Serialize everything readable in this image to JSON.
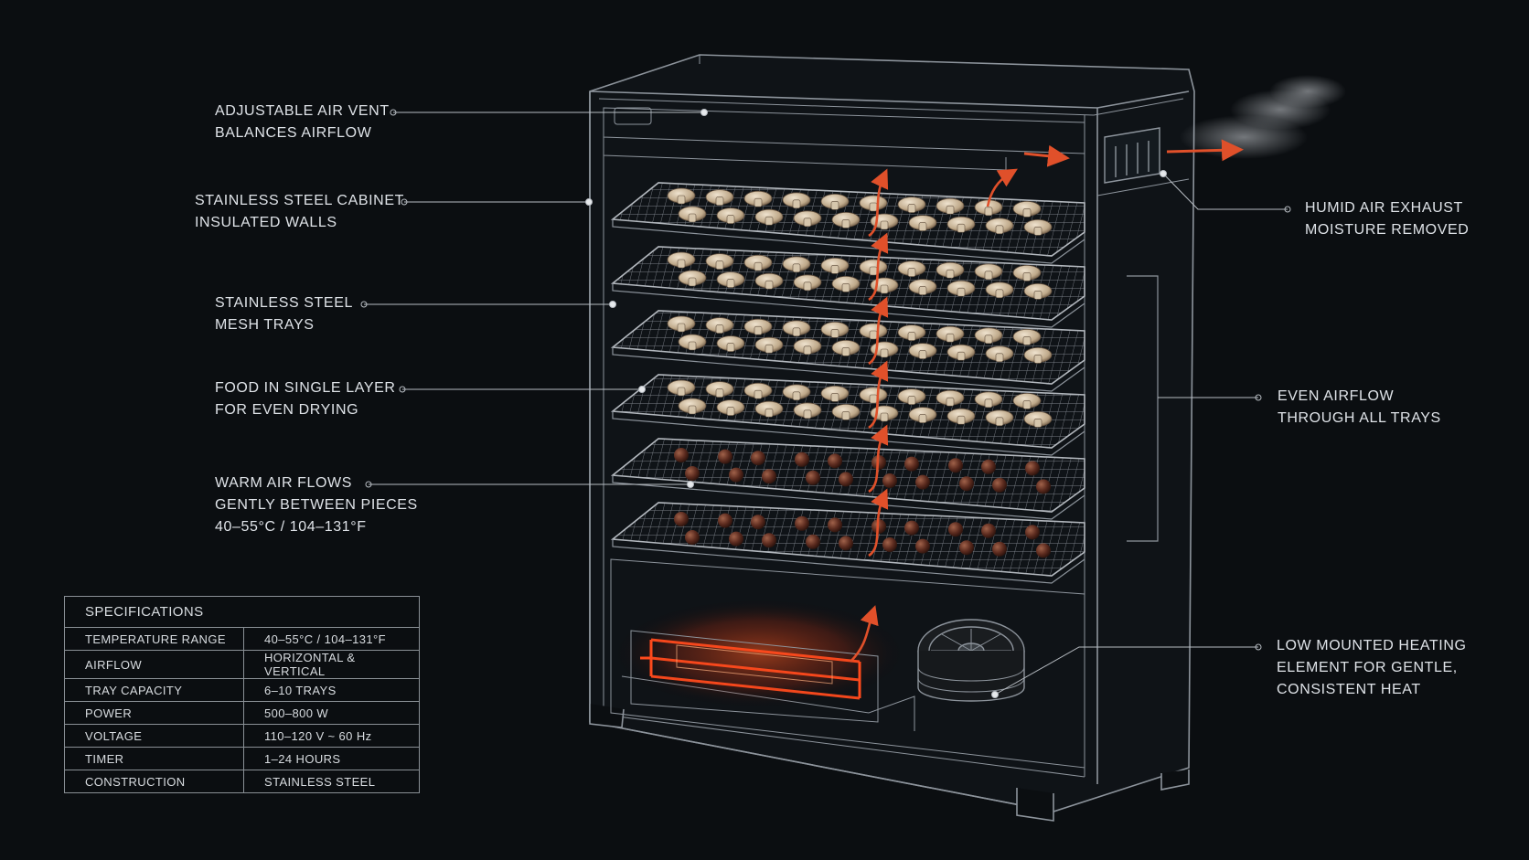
{
  "colors": {
    "background": "#0b0e11",
    "outline": "#8d949c",
    "heat": "#ff4a1c",
    "airflow_arrow": "#e0502a",
    "text": "#dfe3e8"
  },
  "callouts": {
    "air_vent": [
      "ADJUSTABLE AIR VENT",
      "BALANCES AIRFLOW"
    ],
    "cabinet": [
      "STAINLESS STEEL CABINET",
      "INSULATED WALLS"
    ],
    "trays": [
      "STAINLESS STEEL",
      "MESH TRAYS"
    ],
    "food": [
      "FOOD IN SINGLE LAYER",
      "FOR EVEN DRYING"
    ],
    "warm_air": [
      "WARM AIR FLOWS",
      "GENTLY BETWEEN PIECES",
      "40–55°C / 104–131°F"
    ],
    "exhaust": [
      "HUMID AIR EXHAUST",
      "MOISTURE REMOVED"
    ],
    "even_airflow": [
      "EVEN AIRFLOW",
      "THROUGH ALL TRAYS"
    ],
    "heating": [
      "LOW MOUNTED HEATING",
      "ELEMENT FOR GENTLE,",
      "CONSISTENT HEAT"
    ]
  },
  "specifications": {
    "title": "SPECIFICATIONS",
    "rows": [
      {
        "label": "TEMPERATURE RANGE",
        "value": "40–55°C / 104–131°F"
      },
      {
        "label": "AIRFLOW",
        "value": "HORIZONTAL & VERTICAL"
      },
      {
        "label": "TRAY CAPACITY",
        "value": "6–10 TRAYS"
      },
      {
        "label": "POWER",
        "value": "500–800 W"
      },
      {
        "label": "VOLTAGE",
        "value": "110–120 V ~ 60 Hz"
      },
      {
        "label": "TIMER",
        "value": "1–24 HOURS"
      },
      {
        "label": "CONSTRUCTION",
        "value": "STAINLESS STEEL"
      }
    ]
  },
  "trays": [
    {
      "food": "mushroom-slices"
    },
    {
      "food": "mushroom-slices"
    },
    {
      "food": "mushroom-slices"
    },
    {
      "food": "mushroom-slices"
    },
    {
      "food": "berries"
    },
    {
      "food": "berries"
    }
  ],
  "icons": [
    "control-panel-icon",
    "airflow-arrow-icon",
    "heating-element-icon",
    "fan-icon",
    "exhaust-vent-icon",
    "steam-icon"
  ]
}
